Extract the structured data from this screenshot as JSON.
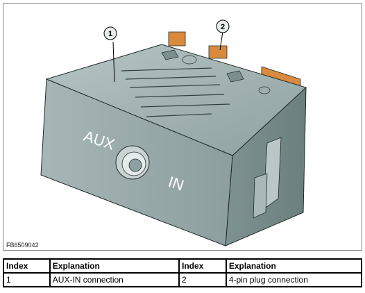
{
  "figure": {
    "id": "FB6509042",
    "callouts": [
      "1",
      "2"
    ],
    "face_text": {
      "aux": "AUX",
      "in": "IN"
    },
    "colors": {
      "body": "#98a9a9",
      "connector": "#d98a3c",
      "outline": "#1f2a2a"
    }
  },
  "legend": {
    "headers": [
      "Index",
      "Explanation",
      "Index",
      "Explanation"
    ],
    "rows": [
      [
        "1",
        "AUX-IN connection",
        "2",
        "4-pin plug connection"
      ]
    ]
  }
}
